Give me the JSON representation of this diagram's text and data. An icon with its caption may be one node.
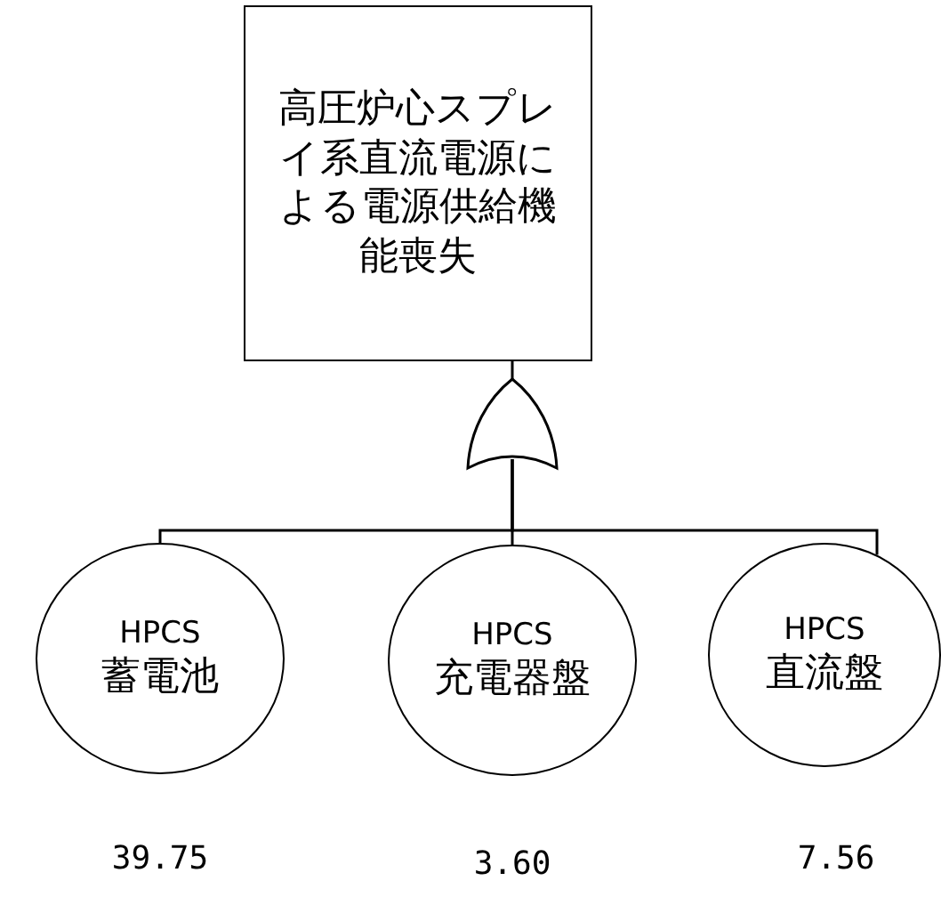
{
  "diagram": {
    "nodes": [
      {
        "text": [
          "高圧炉心スプレイ系直流電源による電源供給機能喪失"
        ]
      },
      {
        "text": [],
        "shape": "gate"
      },
      {
        "text": [
          "HPCS",
          "蓄電池"
        ],
        "beside": [
          "39.75"
        ]
      },
      {
        "text": [
          "HPCS",
          "充電器盤"
        ],
        "beside": [
          "3.60"
        ]
      },
      {
        "text": [
          "HPCS",
          "直流盤"
        ],
        "beside": [
          "7.56"
        ]
      }
    ],
    "edges": [
      {
        "from": 0,
        "to": 1,
        "arrow": "none"
      },
      {
        "from": 1,
        "to": 2,
        "arrow": "none"
      },
      {
        "from": 1,
        "to": 3,
        "arrow": "none"
      },
      {
        "from": 1,
        "to": 4,
        "arrow": "none"
      }
    ]
  }
}
